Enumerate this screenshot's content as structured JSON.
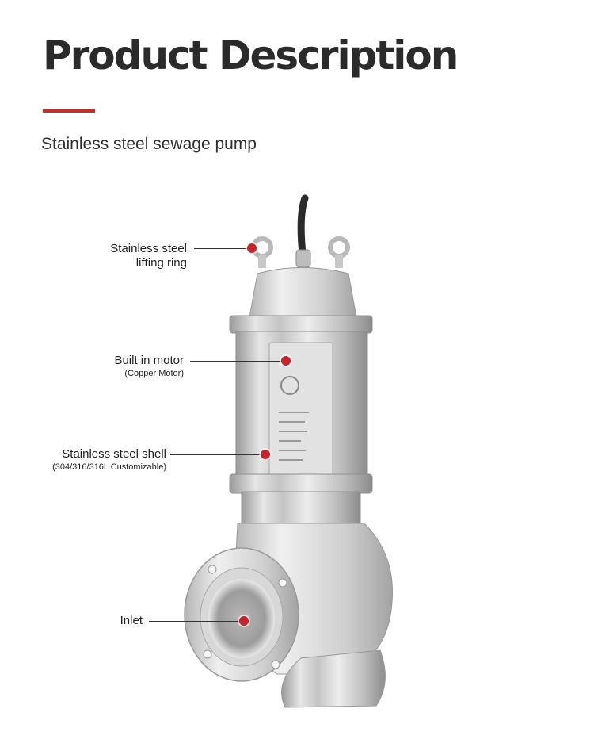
{
  "header": {
    "title": "Product Description",
    "subtitle": "Stainless steel sewage pump",
    "accent_color": "#c0302a"
  },
  "callouts": [
    {
      "id": "lifting-ring",
      "line1": "Stainless steel",
      "line2": "lifting ring"
    },
    {
      "id": "motor",
      "line1": "Built in motor",
      "line2": "(Copper Motor)"
    },
    {
      "id": "shell",
      "line1": "Stainless steel shell",
      "line2": "(304/316/316L Customizable)"
    },
    {
      "id": "inlet",
      "line1": "Inlet"
    }
  ],
  "marker_color": "#c8232a"
}
